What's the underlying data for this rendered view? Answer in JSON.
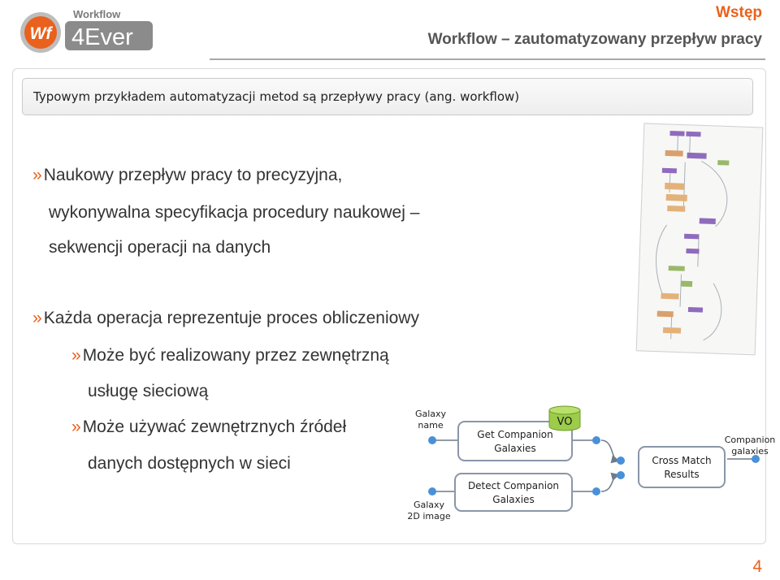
{
  "logo": {
    "top_text": "Workflow",
    "badge_text": "Wf",
    "name_text": "4Ever"
  },
  "header": {
    "section": "Wstęp",
    "subtitle": "Workflow – zautomatyzowany przepływ pracy"
  },
  "banner": {
    "text": "Typowym przykładem automatyzacji metod są przepływy pracy (ang. workflow)"
  },
  "bullets": {
    "b1_line1": "Naukowy przepływ pracy to precyzyjna,",
    "b1_line2": "wykonywalna specyfikacja procedury naukowej –",
    "b1_line3": "sekwencji operacji na danych",
    "b2_line1": "Każda operacja reprezentuje proces obliczeniowy",
    "b3_line1": "Może być realizowany przez zewnętrzną",
    "b3_line2": "usługę sieciową",
    "b4_line1": "Może używać zewnętrznych źródeł",
    "b4_line2": "danych dostępnych w sieci",
    "marker": "»"
  },
  "diagram": {
    "input1_line1": "Galaxy",
    "input1_line2": "name",
    "input2_line1": "Galaxy",
    "input2_line2": "2D image",
    "box1_line1": "Get Companion",
    "box1_line2": "Galaxies",
    "box2_line1": "Detect Companion",
    "box2_line2": "Galaxies",
    "box3_line1": "Cross Match",
    "box3_line2": "Results",
    "vo_label": "VO",
    "output_line1": "Companion",
    "output_line2": "galaxies"
  },
  "page_number": "4",
  "colors": {
    "accent": "#e9611c",
    "subtitle": "#555555",
    "node": "#4a90d9",
    "vo": "#9ccc4a"
  }
}
